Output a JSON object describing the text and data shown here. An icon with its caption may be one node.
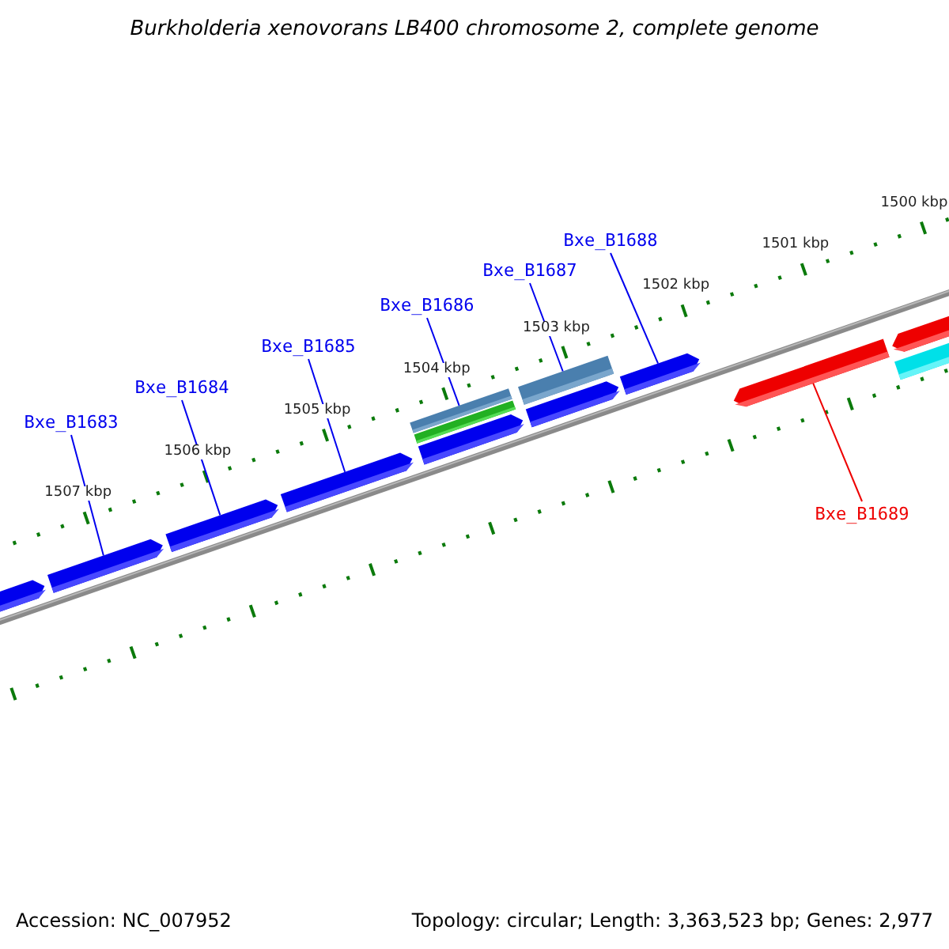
{
  "diagram": {
    "title": "Burkholderia xenovorans LB400 chromosome 2, complete genome",
    "nodes": [
      {
        "text": [
          "Bxe_B1683"
        ]
      },
      {
        "text": [
          "Bxe_B1684"
        ]
      },
      {
        "text": [
          "Bxe_B1685"
        ]
      },
      {
        "text": [
          "Bxe_B1686"
        ]
      },
      {
        "text": [
          "Bxe_B1687"
        ]
      },
      {
        "text": [
          "Bxe_B1688"
        ]
      },
      {
        "text": [
          "Bxe_B1689"
        ]
      },
      {
        "text": [],
        "shape": "bar"
      },
      {
        "text": [],
        "shape": "bar"
      },
      {
        "text": [],
        "shape": "bar"
      },
      {
        "text": [],
        "shape": "bar"
      },
      {
        "text": [],
        "shape": "bar"
      },
      {
        "text": [],
        "shape": "bar"
      },
      {
        "text": [],
        "shape": "bar"
      },
      {
        "text": [],
        "shape": "bar"
      },
      {
        "text": [],
        "shape": "bar"
      },
      {
        "text": [],
        "shape": "bar"
      },
      {
        "text": [],
        "shape": "bar"
      },
      {
        "text": [],
        "shape": "bar"
      },
      {
        "text": [],
        "shape": "bar"
      }
    ],
    "edges": [
      {
        "from": 0,
        "to": 8,
        "arrow": "none"
      },
      {
        "from": 1,
        "to": 9,
        "arrow": "none"
      },
      {
        "from": 2,
        "to": 10,
        "arrow": "none"
      },
      {
        "from": 3,
        "to": 13,
        "arrow": "none"
      },
      {
        "from": 4,
        "to": 15,
        "arrow": "none"
      },
      {
        "from": 5,
        "to": 16,
        "arrow": "none"
      },
      {
        "from": 6,
        "to": 17,
        "arrow": "none",
        "color": "#ee0000"
      }
    ],
    "labels": [
      "1500 kbp",
      "1501 kbp",
      "1502 kbp",
      "1503 kbp",
      "1504 kbp",
      "1505 kbp",
      "1506 kbp",
      "1507 kbp",
      "Accession: NC_007952",
      "Topology: circular; Length: 3,363,523 bp; Genes: 2,977"
    ]
  }
}
